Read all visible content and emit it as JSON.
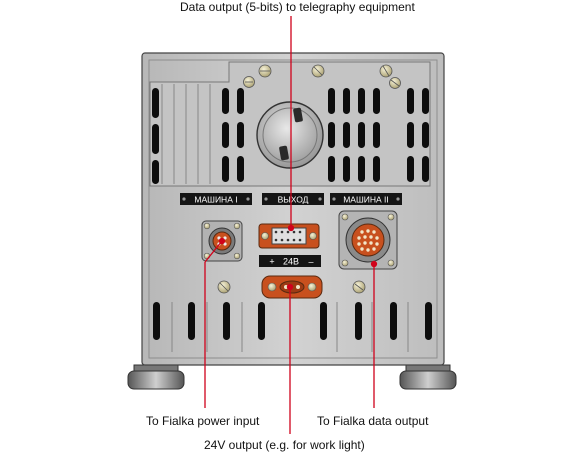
{
  "callouts": {
    "top": "Data output (5-bits) to telegraphy equipment",
    "power": "To Fialka power input",
    "data": "To Fialka data output",
    "v24": "24V output (e.g. for work light)"
  },
  "plates": {
    "left": "МАШИНА I",
    "center": "ВЫХОД",
    "right": "МАШИНА II"
  },
  "voltage_plate": {
    "plus": "+",
    "label": "24В",
    "minus": "–"
  },
  "colors": {
    "callout_line": "#d0021b",
    "panel": "#c8c8c8",
    "connector_orange": "#c8501e"
  }
}
